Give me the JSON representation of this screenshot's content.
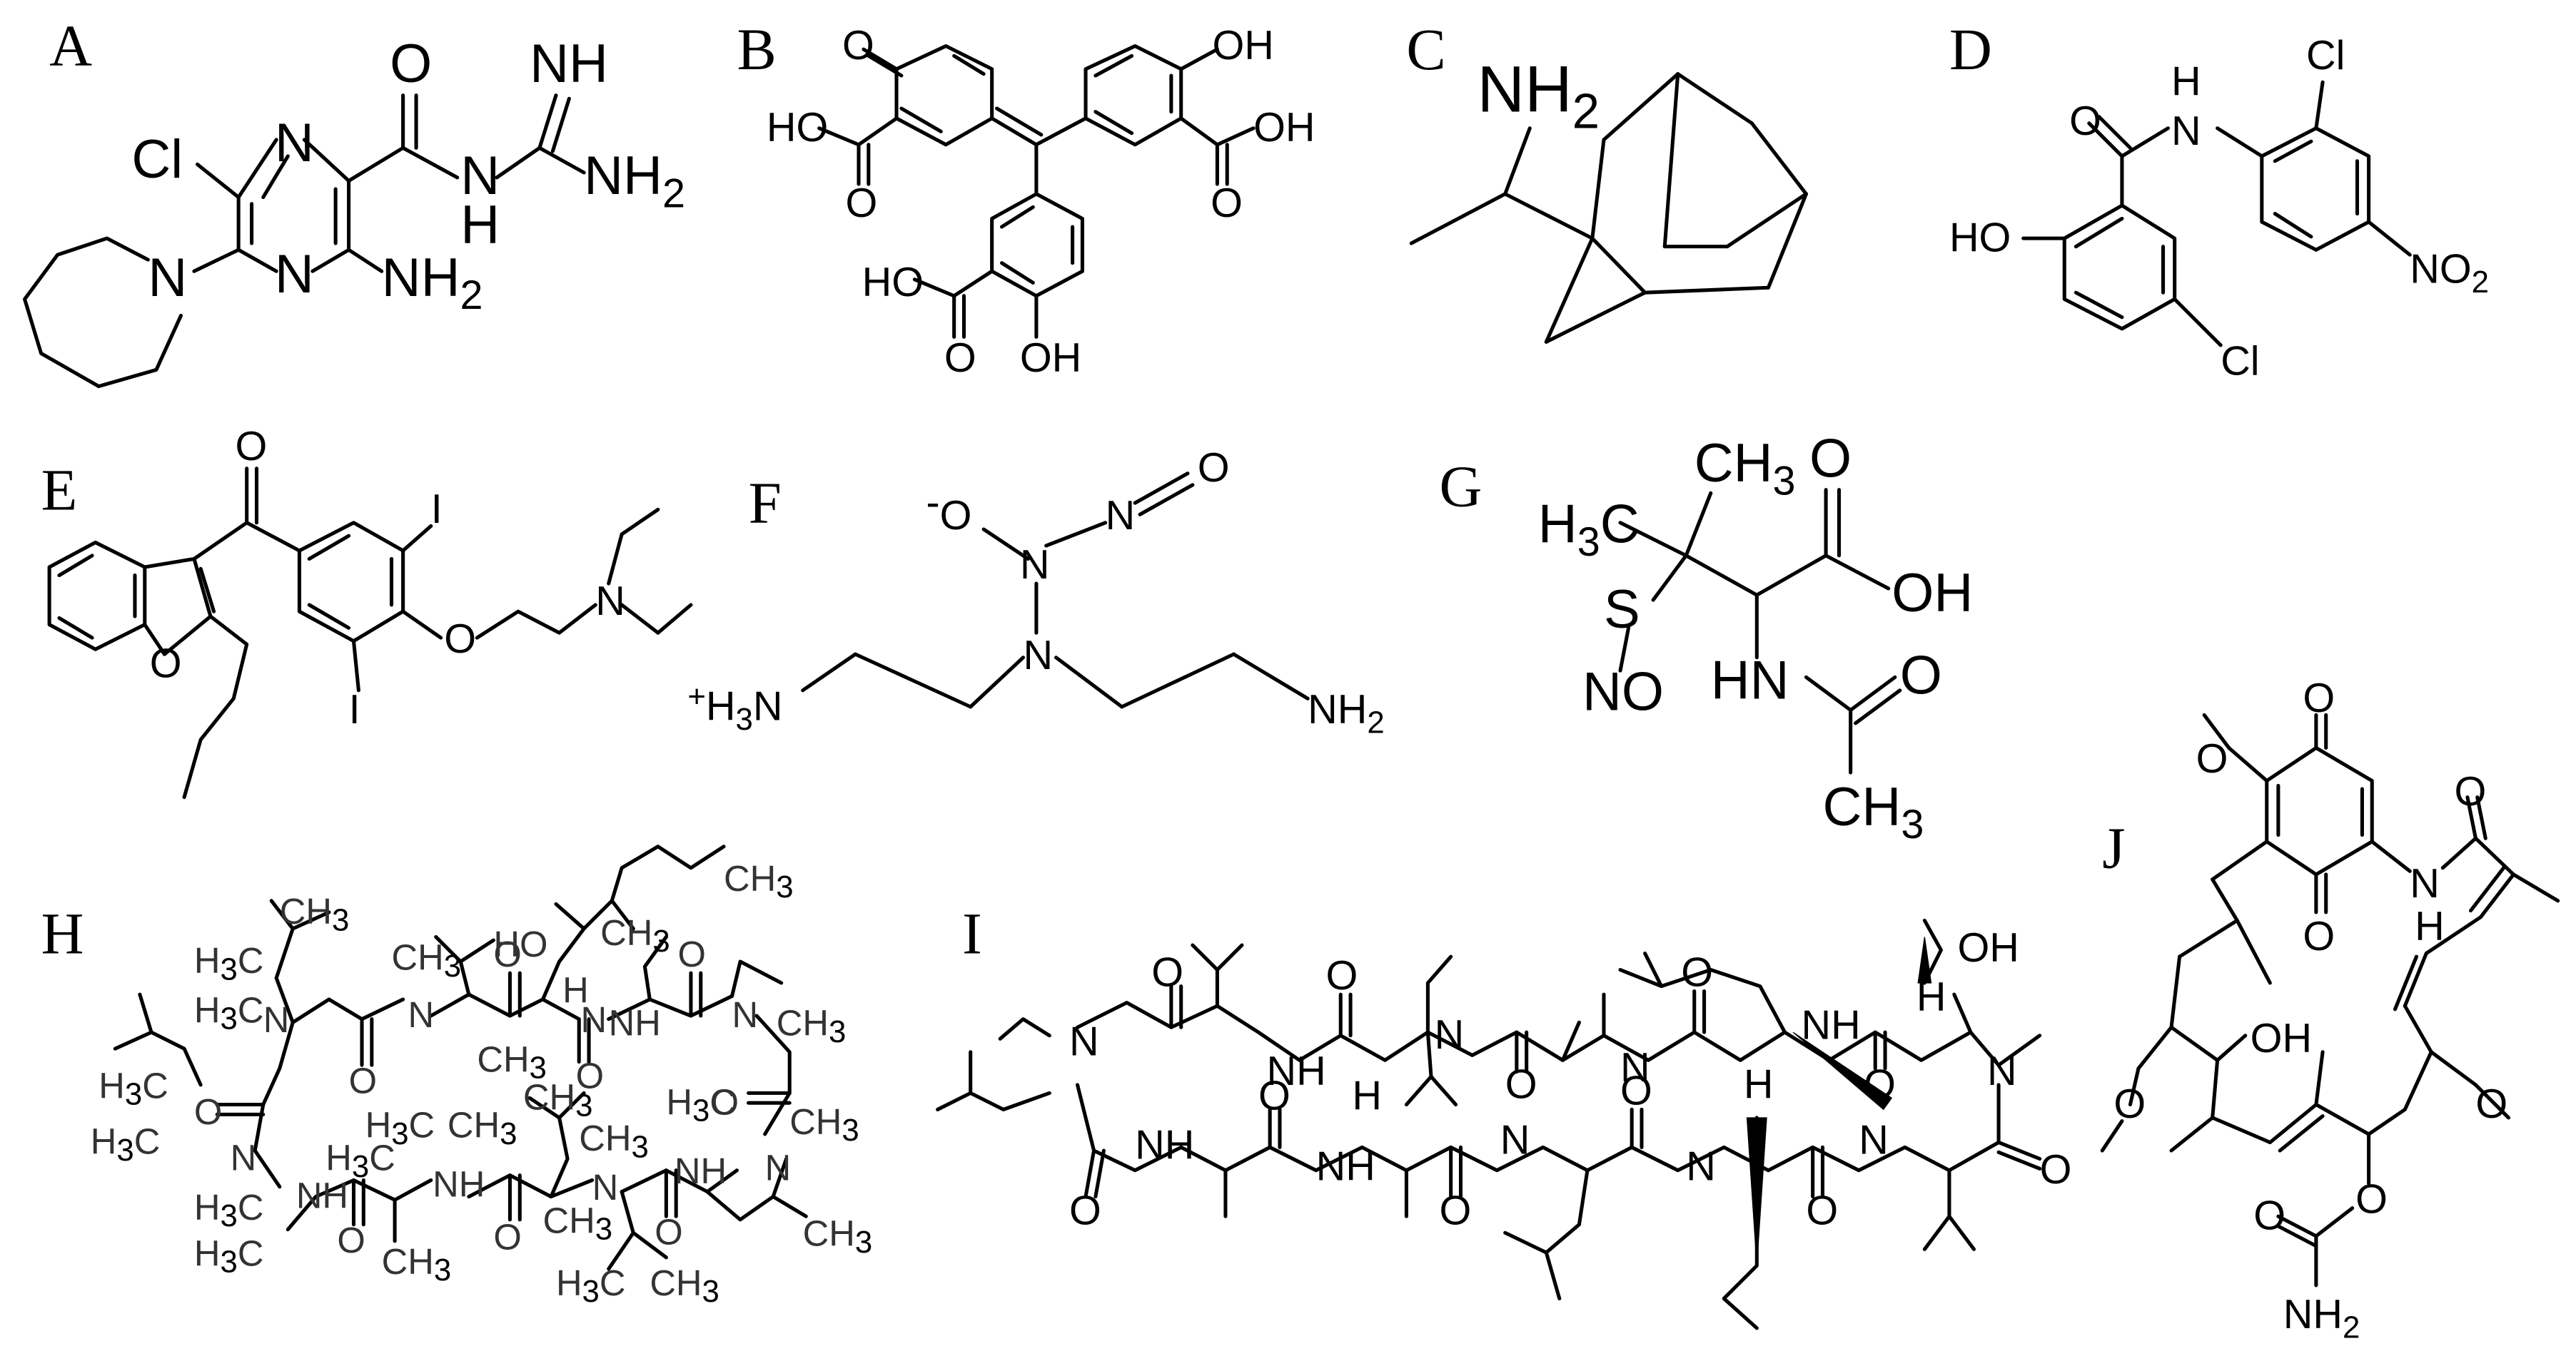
{
  "panels": [
    {
      "id": "A",
      "label": "A"
    },
    {
      "id": "B",
      "label": "B"
    },
    {
      "id": "C",
      "label": "C"
    },
    {
      "id": "D",
      "label": "D"
    },
    {
      "id": "E",
      "label": "E"
    },
    {
      "id": "F",
      "label": "F"
    },
    {
      "id": "G",
      "label": "G"
    },
    {
      "id": "H",
      "label": "H"
    },
    {
      "id": "I",
      "label": "I"
    },
    {
      "id": "J",
      "label": "J"
    }
  ],
  "atoms": {
    "A": {
      "Cl": "Cl",
      "N1": "N",
      "N2": "N",
      "N3": "N",
      "O": "O",
      "NH_top": "NH",
      "NH_amide": "N",
      "H_amide": "H",
      "NH2_a": "NH",
      "NH2_a_sub": "2",
      "NH2_b": "NH",
      "NH2_b_sub": "2"
    },
    "B": {
      "O_top": "O",
      "OH_top": "OH",
      "HO_left": "HO",
      "O_left": "O",
      "OH_right": "OH",
      "O_right": "O",
      "HO_bot": "HO",
      "O_bot": "O",
      "OH_bot": "OH"
    },
    "C": {
      "NH2": "NH",
      "NH2_sub": "2"
    },
    "D": {
      "O": "O",
      "H": "H",
      "N": "N",
      "Cl_top": "Cl",
      "HO": "HO",
      "NO2": "NO",
      "NO2_sub": "2",
      "Cl_bot": "Cl"
    },
    "E": {
      "O_ketone": "O",
      "O_furan": "O",
      "I_top": "I",
      "I_bot": "I",
      "O_ether": "O",
      "N": "N"
    },
    "F": {
      "Ominus_charge": "-",
      "Ominus": "O",
      "N_mid": "N",
      "N_nitroso": "N",
      "O_nitroso": "O",
      "N_center": "N",
      "H3N_charge": "+",
      "H3N_H": "H",
      "H3N_sub": "3",
      "H3N_N": "N",
      "NH2": "NH",
      "NH2_sub": "2"
    },
    "G": {
      "H3C": "H",
      "H3C_sub": "3",
      "H3C_C": "C",
      "CH3_top": "CH",
      "CH3_top_sub": "3",
      "O_acid": "O",
      "OH": "OH",
      "S": "S",
      "NO": "NO",
      "HN": "HN",
      "O_amide": "O",
      "CH3_bot": "CH",
      "CH3_bot_sub": "3"
    },
    "H": {
      "methyl": "CH",
      "methyl_sub": "3",
      "rev_methyl": "H",
      "rev_methyl_sub": "3",
      "rev_methyl_C": "C",
      "N": "N",
      "O": "O",
      "NH": "NH",
      "HO": "HO",
      "H": "H"
    },
    "I": {
      "N": "N",
      "O": "O",
      "NH": "NH",
      "H": "H",
      "OH": "OH"
    },
    "J": {
      "O": "O",
      "OH": "OH",
      "NH": "N",
      "H": "H",
      "NH2": "NH",
      "NH2_sub": "2"
    }
  }
}
